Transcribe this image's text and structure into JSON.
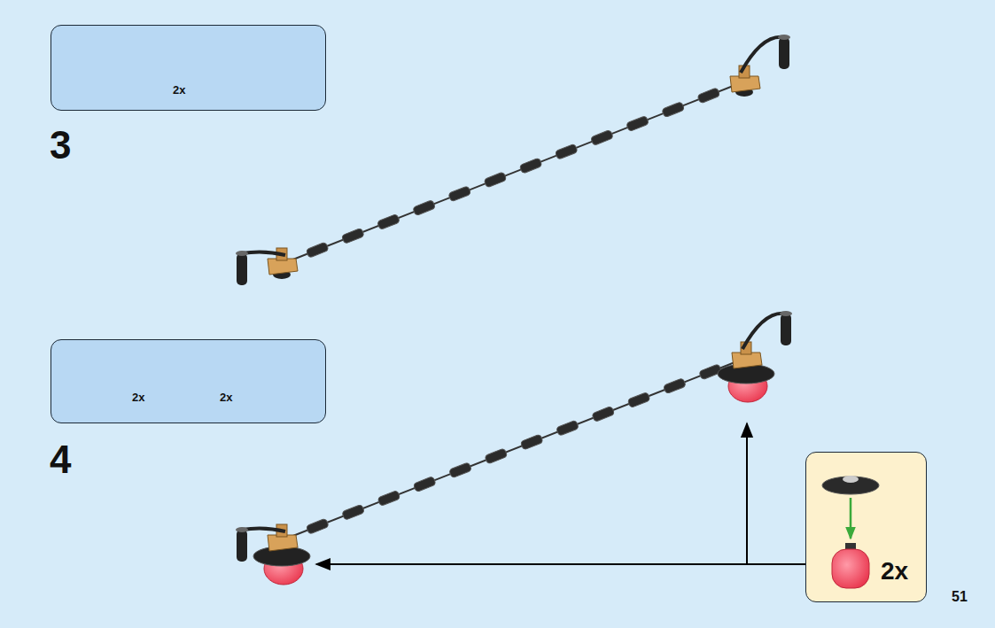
{
  "diagram": {
    "nodes": [
      {
        "text": [
          "2x"
        ]
      },
      {
        "text": [
          "2x",
          "2x"
        ]
      },
      {
        "text": [
          "2x"
        ]
      }
    ],
    "labels": [
      "3",
      "4",
      "51"
    ]
  }
}
